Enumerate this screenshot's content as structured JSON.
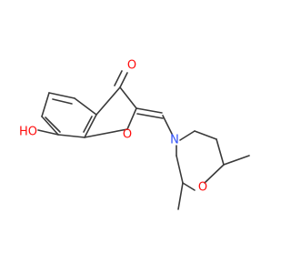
{
  "molecule": {
    "colors": {
      "bond": "#3a3a3a",
      "oxygen": "#ff0d0d",
      "nitrogen": "#3050f8"
    },
    "labels": {
      "ketone_oxygen": "O",
      "hydroxyl": "HO",
      "ring_oxygen": "O",
      "nitrogen": "N",
      "morpholine_oxygen": "O"
    }
  }
}
